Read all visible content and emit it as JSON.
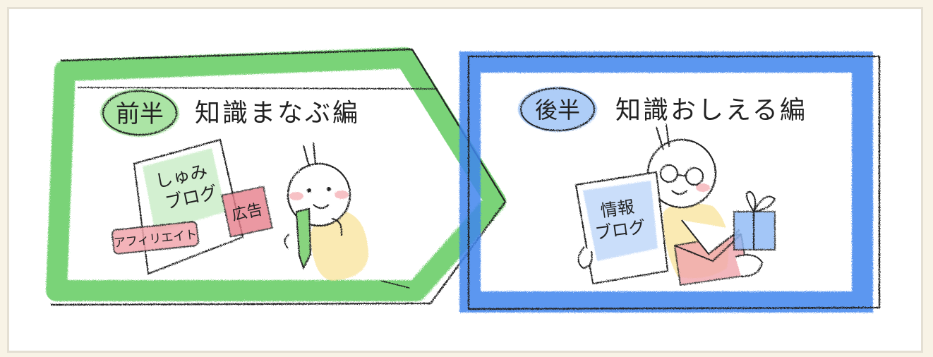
{
  "left_panel": {
    "badge": "前半",
    "title": "知識まなぶ編",
    "doc_text": [
      "しゅみ",
      "ブログ"
    ],
    "tag_text": "アフィリエイト",
    "note_text": "広告"
  },
  "right_panel": {
    "badge": "後半",
    "title": "知識おしえる編",
    "doc_text": [
      "情報",
      "ブログ"
    ]
  },
  "colors": {
    "green": "#6ccf6a",
    "blue": "#3f86ee",
    "pink": "#e98a94",
    "yellow": "#f5d771"
  }
}
